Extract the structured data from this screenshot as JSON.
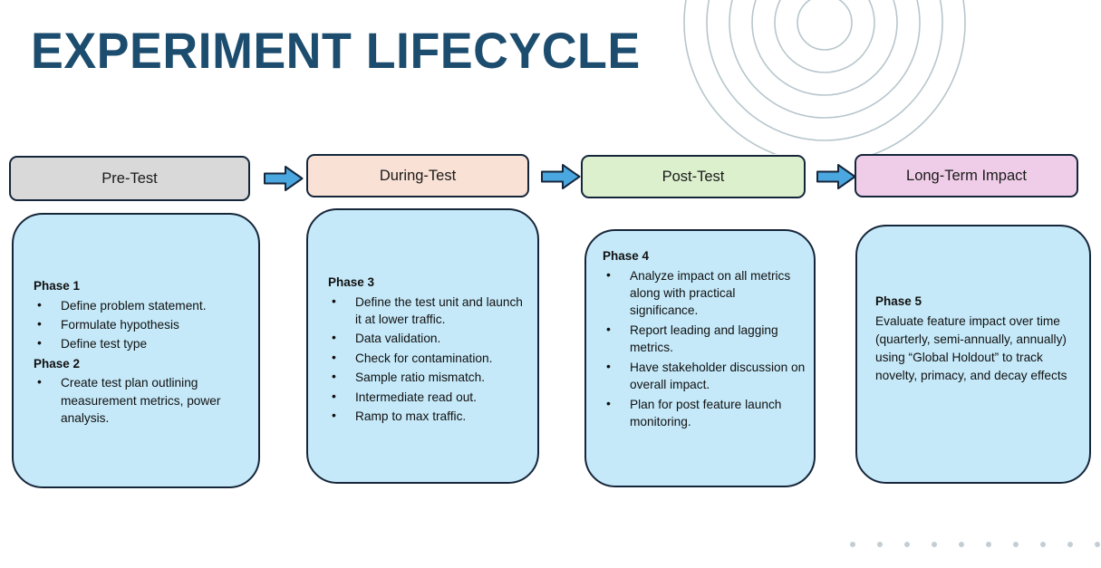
{
  "page": {
    "title": "EXPERIMENT LIFECYCLE",
    "title_color": "#1d4d6e",
    "background": "#ffffff"
  },
  "decor": {
    "rings_icon": "concentric-arcs-decoration",
    "rings_color": "#b7c6cc",
    "rings_count": 6,
    "dots_icon": "dot-row-decoration",
    "dots_color": "#c3ced4",
    "dots_count": 10
  },
  "arrows": {
    "icon": "right-arrow-icon",
    "fill": "#4aa7df",
    "stroke": "#15263b",
    "count": 3
  },
  "stages": [
    {
      "header": "Pre-Test",
      "header_color": "#d9d9d9",
      "card_color": "#c5e9f9",
      "blocks": [
        {
          "phase": "Phase 1",
          "type": "bullets",
          "items": [
            "Define problem statement.",
            "Formulate hypothesis",
            "Define test type"
          ]
        },
        {
          "phase": "Phase 2",
          "type": "bullets",
          "items": [
            "Create test plan outlining measurement metrics, power analysis."
          ]
        }
      ]
    },
    {
      "header": "During-Test",
      "header_color": "#f9e1d5",
      "card_color": "#c5e9f9",
      "blocks": [
        {
          "phase": "Phase 3",
          "type": "bullets",
          "items": [
            "Define the test unit and launch it at lower traffic.",
            "Data validation.",
            "Check for contamination.",
            "Sample ratio mismatch.",
            "Intermediate read out.",
            "Ramp to max traffic."
          ]
        }
      ]
    },
    {
      "header": "Post-Test",
      "header_color": "#dcf0ce",
      "card_color": "#c5e9f9",
      "blocks": [
        {
          "phase": "Phase 4",
          "type": "bullets",
          "items": [
            "Analyze impact on all metrics along with practical significance.",
            "Report leading and lagging metrics.",
            "Have stakeholder discussion on overall impact.",
            "Plan for post feature launch monitoring."
          ]
        }
      ]
    },
    {
      "header": "Long-Term Impact",
      "header_color": "#efcde8",
      "card_color": "#c5e9f9",
      "blocks": [
        {
          "phase": "Phase 5",
          "type": "paragraph",
          "text": "Evaluate feature impact over time (quarterly, semi-annually, annually) using “Global Holdout” to track novelty, primacy, and decay effects"
        }
      ]
    }
  ]
}
